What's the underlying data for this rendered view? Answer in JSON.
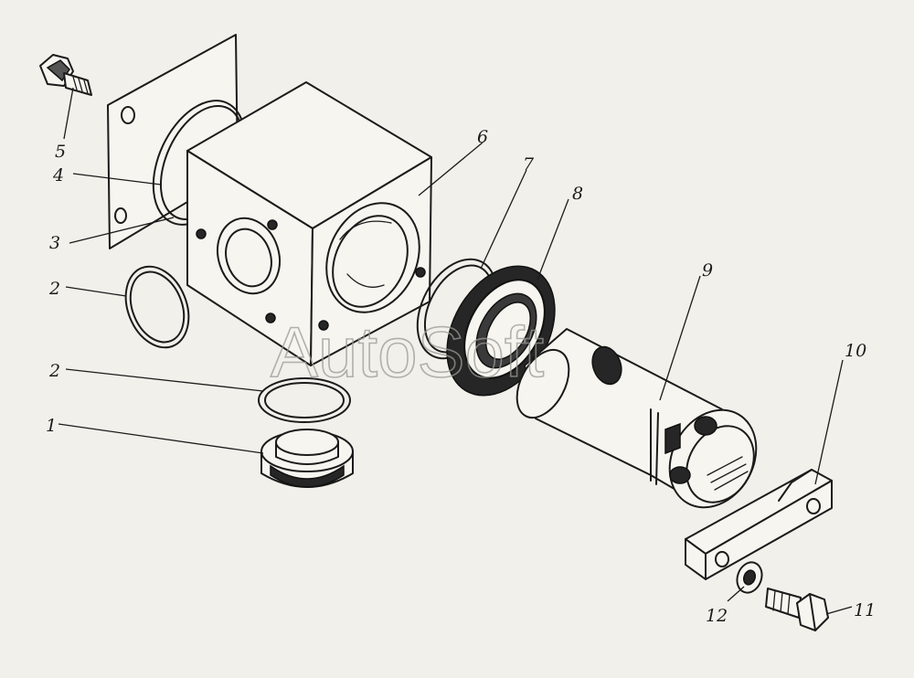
{
  "labels": {
    "l1": "1",
    "l2a": "2",
    "l2b": "2",
    "l3": "3",
    "l4": "4",
    "l5": "5",
    "l6": "6",
    "l7": "7",
    "l8": "8",
    "l9": "9",
    "l10": "10",
    "l11": "11",
    "l12": "12"
  },
  "watermark": "AutoSoft",
  "colors": {
    "ink": "#1b1b1b",
    "paper": "#f1f0ea",
    "watermark": "#9a9a96"
  }
}
